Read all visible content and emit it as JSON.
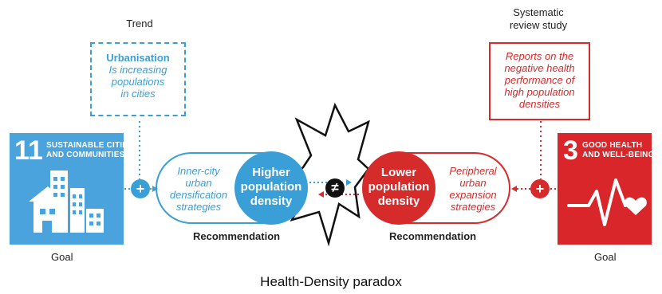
{
  "trend_label": "Trend",
  "review_label_line1": "Systematic",
  "review_label_line2": "review study",
  "trend_box": {
    "title": "Urbanisation",
    "lines": [
      "Is increasing",
      "populations",
      "in cities"
    ]
  },
  "review_box": {
    "lines": [
      "Reports on the",
      "negative health",
      "performance of",
      "high population",
      "densities"
    ]
  },
  "sdg11": {
    "number": "11",
    "title_line1": "SUSTAINABLE CITIES",
    "title_line2": "AND COMMUNITIES",
    "color": "#4aa3dc"
  },
  "sdg3": {
    "number": "3",
    "title_line1": "GOOD HEALTH",
    "title_line2": "AND WELL-BEING",
    "color": "#d9262b"
  },
  "left_strategy": [
    "Inner-city",
    "urban",
    "densification",
    "strategies"
  ],
  "right_strategy": [
    "Peripheral",
    "urban",
    "expansion",
    "strategies"
  ],
  "left_circle": [
    "Higher",
    "population",
    "density"
  ],
  "right_circle": [
    "Lower",
    "population",
    "density"
  ],
  "recommendation_left": "Recommendation",
  "recommendation_right": "Recommendation",
  "goal_left": "Goal",
  "goal_right": "Goal",
  "not_equal_symbol": "≠",
  "plus_symbol": "+",
  "title": "Health-Density paradox",
  "colors": {
    "blue": "#3a9fd6",
    "red": "#d62b2b"
  }
}
